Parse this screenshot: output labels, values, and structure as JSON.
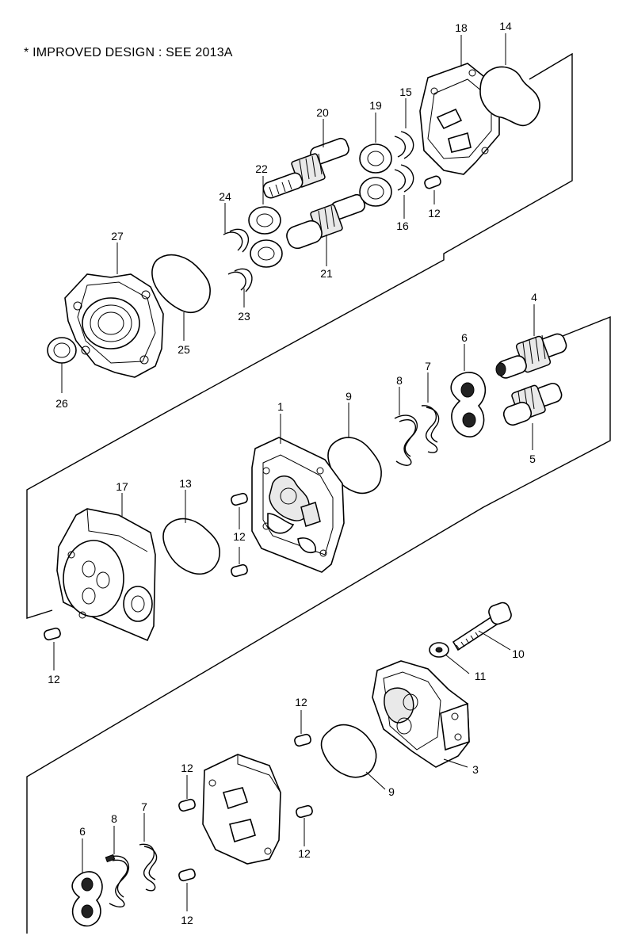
{
  "note": "* IMPROVED DESIGN : SEE 2013A",
  "callouts": [
    {
      "id": "c1",
      "text": "18"
    },
    {
      "id": "c2",
      "text": "14"
    },
    {
      "id": "c3",
      "text": "20"
    },
    {
      "id": "c4",
      "text": "19"
    },
    {
      "id": "c5",
      "text": "15"
    },
    {
      "id": "c6",
      "text": "22"
    },
    {
      "id": "c7",
      "text": "24"
    },
    {
      "id": "c8",
      "text": "12"
    },
    {
      "id": "c9",
      "text": "16"
    },
    {
      "id": "c10",
      "text": "27"
    },
    {
      "id": "c11",
      "text": "21"
    },
    {
      "id": "c12",
      "text": "23"
    },
    {
      "id": "c13",
      "text": "25"
    },
    {
      "id": "c14",
      "text": "26"
    },
    {
      "id": "c15",
      "text": "4"
    },
    {
      "id": "c16",
      "text": "6"
    },
    {
      "id": "c17",
      "text": "7"
    },
    {
      "id": "c18",
      "text": "8"
    },
    {
      "id": "c19",
      "text": "1"
    },
    {
      "id": "c20",
      "text": "9"
    },
    {
      "id": "c21",
      "text": "5"
    },
    {
      "id": "c22",
      "text": "17"
    },
    {
      "id": "c23",
      "text": "13"
    },
    {
      "id": "c24",
      "text": "12"
    },
    {
      "id": "c25",
      "text": "12"
    },
    {
      "id": "c26",
      "text": "10"
    },
    {
      "id": "c27",
      "text": "11"
    },
    {
      "id": "c28",
      "text": "12"
    },
    {
      "id": "c29",
      "text": "3"
    },
    {
      "id": "c30",
      "text": "9"
    },
    {
      "id": "c31",
      "text": "12"
    },
    {
      "id": "c32",
      "text": "12"
    },
    {
      "id": "c33",
      "text": "8"
    },
    {
      "id": "c34",
      "text": "7"
    },
    {
      "id": "c35",
      "text": "6"
    },
    {
      "id": "c36",
      "text": "12"
    }
  ]
}
